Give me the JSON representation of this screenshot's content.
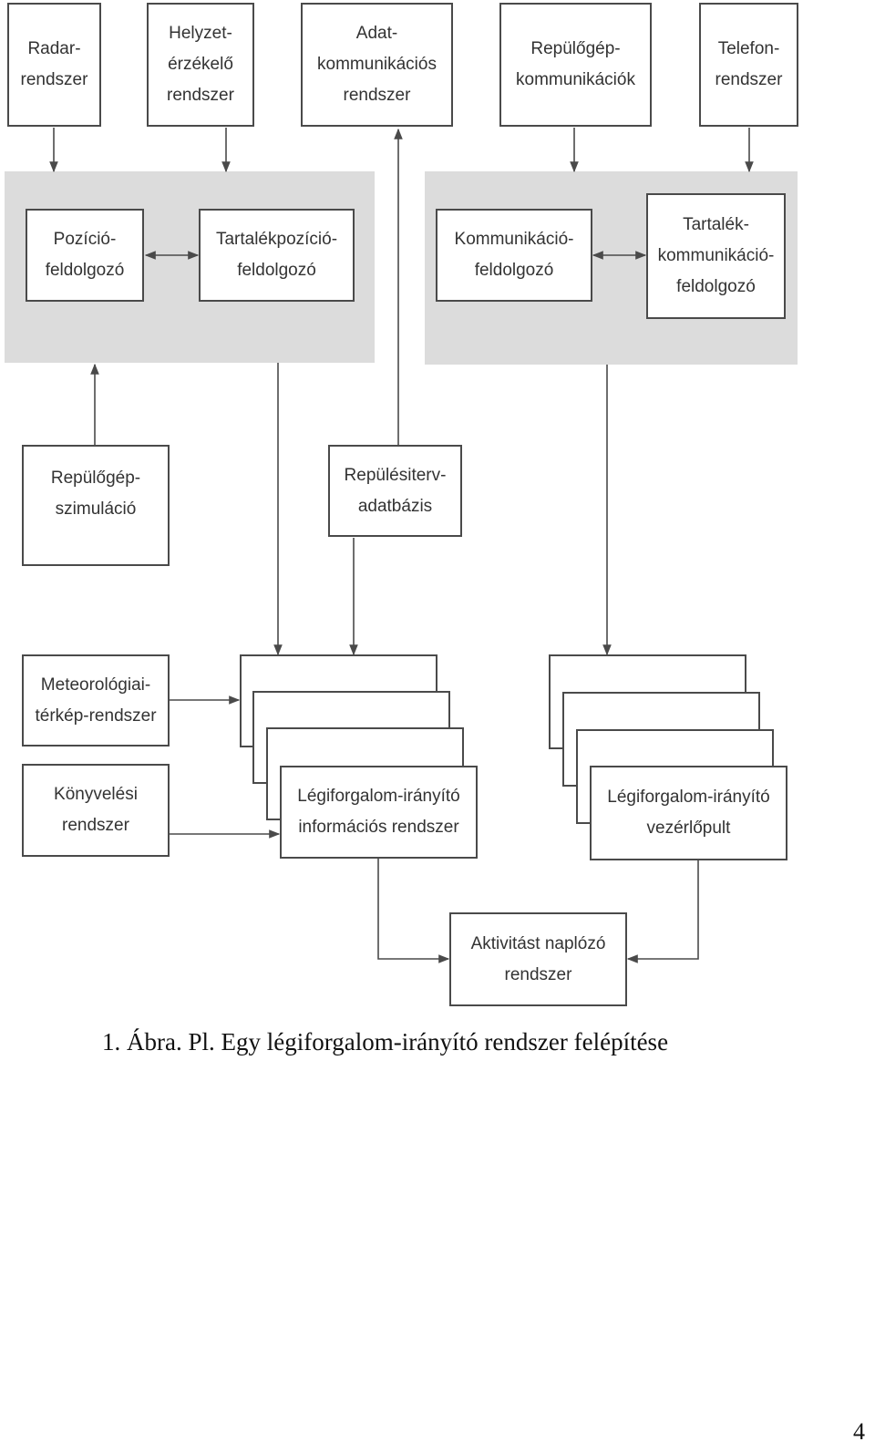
{
  "diagram": {
    "inputs": {
      "radar": [
        "Radar-",
        "rendszer"
      ],
      "position_sensor": [
        "Helyzet-",
        "érzékelő",
        "rendszer"
      ],
      "data_comm": [
        "Adat-",
        "kommunikációs",
        "rendszer"
      ],
      "aircraft_comm": [
        "Repülőgép-",
        "kommunikációk"
      ],
      "telephone": [
        "Telefon-",
        "rendszer"
      ]
    },
    "processors": {
      "position": [
        "Pozíció-",
        "feldolgozó"
      ],
      "backup_position": [
        "Tartalékpozíció-",
        "feldolgozó"
      ],
      "communication": [
        "Kommunikáció-",
        "feldolgozó"
      ],
      "backup_communication": [
        "Tartalék-",
        "kommunikáció-",
        "feldolgozó"
      ]
    },
    "middle": {
      "aircraft_simulation": [
        "Repülőgép-",
        "szimuláció"
      ],
      "flight_plan_db": [
        "Repülésiterv-",
        "adatbázis"
      ]
    },
    "lower": {
      "meteo": [
        "Meteorológiai-",
        "térkép-rendszer"
      ],
      "accounting": [
        "Könyvelési",
        "rendszer"
      ],
      "atc_info": [
        "Légiforgalom-irányító",
        "információs rendszer"
      ],
      "atc_console": [
        "Légiforgalom-irányító",
        "vezérlőpult"
      ],
      "activity_log": [
        "Aktivitást naplózó",
        "rendszer"
      ]
    }
  },
  "caption": "1. Ábra. Pl. Egy légiforgalom-irányító rendszer felépítése",
  "page_number": "4",
  "colors": {
    "zone": "#dcdcdc",
    "line": "#4a4a4a"
  }
}
